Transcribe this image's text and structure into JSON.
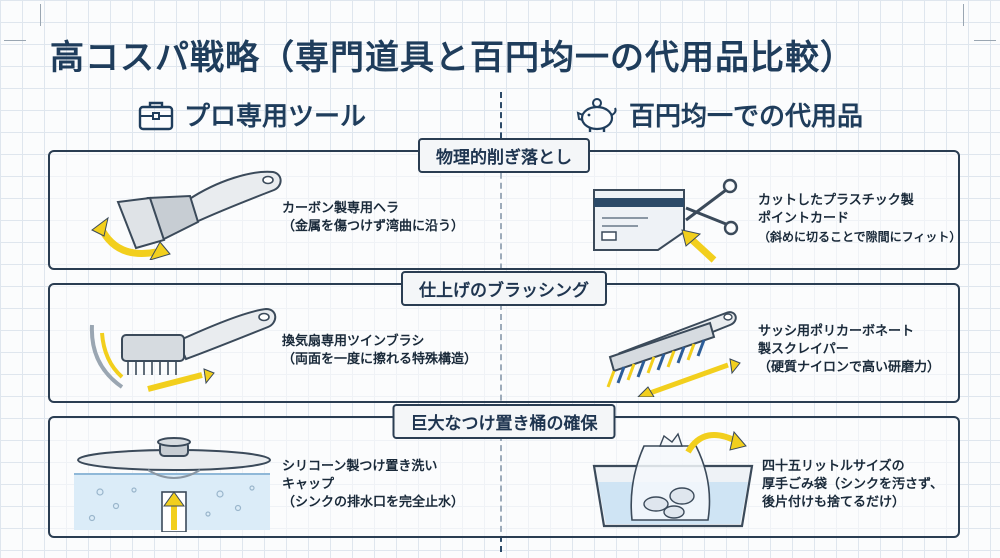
{
  "title": "高コスパ戦略（専門道具と百円均一の代用品比較）",
  "columns": {
    "left": {
      "label": "プロ専用ツール",
      "icon": "briefcase-icon"
    },
    "right": {
      "label": "百円均一での代用品",
      "icon": "piggy-bank-icon"
    }
  },
  "sections": [
    {
      "label": "物理的削ぎ落とし",
      "pro": {
        "lines": [
          "カーボン製専用ヘラ",
          "（金属を傷つけず湾曲に沿う）"
        ],
        "icon": "scraper-icon"
      },
      "alt": {
        "lines": [
          "カットしたプラスチック製",
          "ポイントカード",
          "（斜めに切ることで隙間にフィット）"
        ],
        "icon": "card-scissors-icon"
      }
    },
    {
      "label": "仕上げのブラッシング",
      "pro": {
        "lines": [
          "換気扇専用ツインブラシ",
          "（両面を一度に擦れる特殊構造）"
        ],
        "icon": "twin-brush-icon"
      },
      "alt": {
        "lines": [
          "サッシ用ポリカーボネート",
          "製スクレイパー",
          "（硬質ナイロンで高い研磨力）"
        ],
        "icon": "sash-brush-icon"
      }
    },
    {
      "label": "巨大なつけ置き桶の確保",
      "pro": {
        "lines": [
          "シリコーン製つけ置き洗い",
          "キャップ",
          "（シンクの排水口を完全止水）"
        ],
        "icon": "sink-cap-icon"
      },
      "alt": {
        "lines": [
          "四十五リットルサイズの",
          "厚手ごみ袋（シンクを汚さず、",
          "後片付けも捨てるだけ）"
        ],
        "icon": "garbage-bag-icon"
      }
    }
  ],
  "colors": {
    "navy": "#1f3d5c",
    "accent": "#f2cf1d",
    "grid": "#dfe6ee",
    "brush_blue": "#2c5d99"
  }
}
